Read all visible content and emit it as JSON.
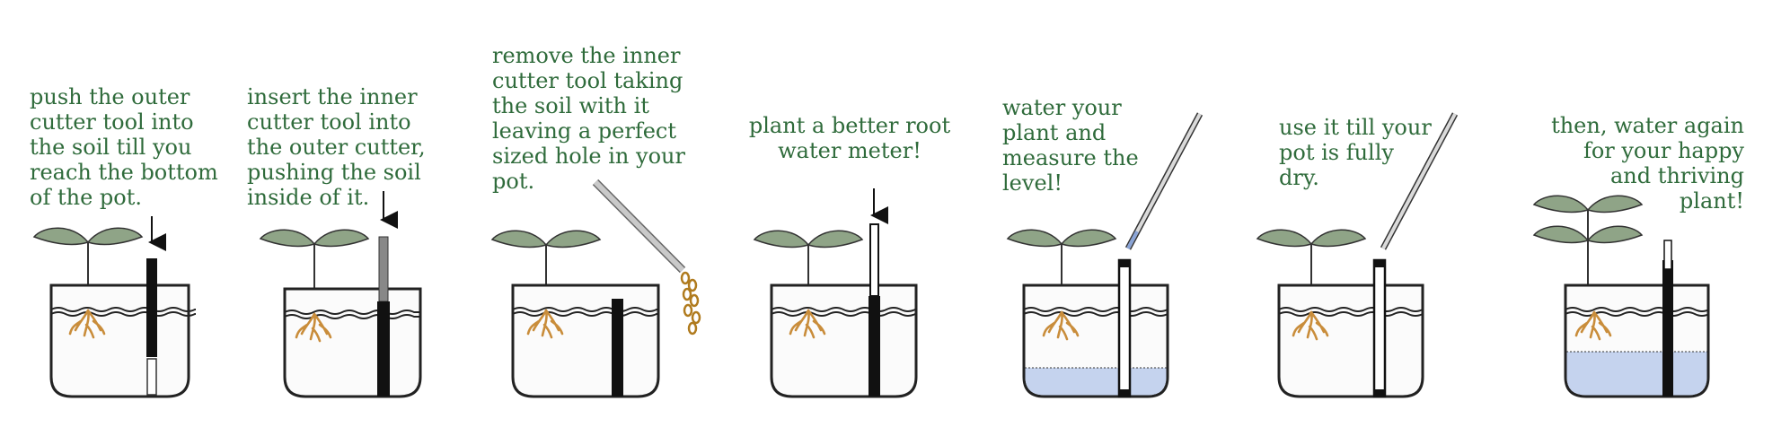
{
  "colors": {
    "text_green": "#2f6b3b",
    "leaf_green": "#8fa487",
    "root_brown": "#c98d3b",
    "water_blue": "#c5d3ee",
    "tool_black": "#111111",
    "tool_gray": "#9a9a9a",
    "soil_pellet": "#b07b1e"
  },
  "steps": [
    {
      "text": "push the outer\ncutter tool into\nthe soil till you\nreach the bottom\nof the pot."
    },
    {
      "text": "insert the inner\ncutter tool into\nthe outer cutter,\npushing the soil\ninside of it."
    },
    {
      "text": "remove the inner\ncutter tool taking\nthe soil with it\nleaving a perfect\nsized hole in your\npot."
    },
    {
      "text": "plant a better root\nwater meter!"
    },
    {
      "text": "water your\nplant and\nmeasure the\nlevel!"
    },
    {
      "text": "use it till your\npot is fully\ndry."
    },
    {
      "text": "then, water again\nfor your happy\nand thriving\nplant!"
    }
  ],
  "water_levels": [
    0,
    0,
    0,
    0,
    0.25,
    0,
    0.35
  ]
}
